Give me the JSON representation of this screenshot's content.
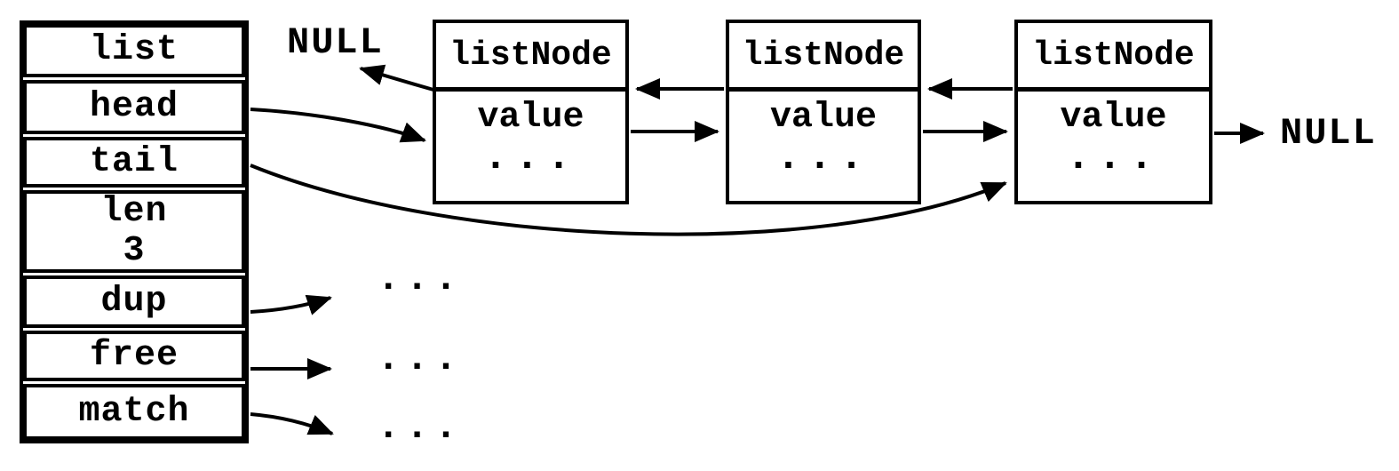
{
  "struct_box": {
    "rows": [
      {
        "label": "list"
      },
      {
        "label": "head"
      },
      {
        "label": "tail"
      },
      {
        "label": "len",
        "value": "3"
      },
      {
        "label": "dup"
      },
      {
        "label": "free"
      },
      {
        "label": "match"
      }
    ]
  },
  "nodes": [
    {
      "title": "listNode",
      "value": "value",
      "ellipsis": "..."
    },
    {
      "title": "listNode",
      "value": "value",
      "ellipsis": "..."
    },
    {
      "title": "listNode",
      "value": "value",
      "ellipsis": "..."
    }
  ],
  "labels": {
    "head_null": "NULL",
    "tail_null": "NULL"
  },
  "function_targets": [
    {
      "ellipsis": "..."
    },
    {
      "ellipsis": "..."
    },
    {
      "ellipsis": "..."
    }
  ],
  "colors": {
    "ink": "#000000",
    "background": "#ffffff"
  }
}
